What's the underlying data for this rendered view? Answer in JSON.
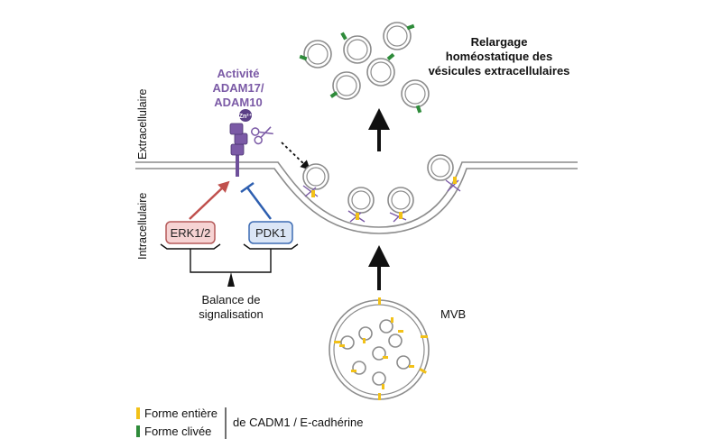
{
  "labels": {
    "release_title": [
      "Relargage",
      "homéostatique des",
      "vésicules extracellulaires"
    ],
    "adam_activity": [
      "Activité",
      "ADAM17/",
      "ADAM10"
    ],
    "zinc": "Zn²⁺",
    "extracellular": "Extracellulaire",
    "intracellular": "Intracellulaire",
    "erk": "ERK1/2",
    "pdk": "PDK1",
    "balance": [
      "Balance de",
      "signalisation"
    ],
    "mvb": "MVB"
  },
  "legend": {
    "full_form": "Forme entière",
    "cleaved_form": "Forme clivée",
    "protein": "de CADM1 / E-cadhérine"
  },
  "colors": {
    "purple": "#7b5aa6",
    "yellow": "#f2c118",
    "green": "#2e8b3a",
    "erk_box": "#f6d3d3",
    "erk_border": "#b55a5a",
    "erk_arrow": "#c0504d",
    "pdk_box": "#dbe6f6",
    "pdk_border": "#3d6cb3",
    "pdk_arrow": "#2e5fb0",
    "membrane": "#8c8c8c"
  }
}
